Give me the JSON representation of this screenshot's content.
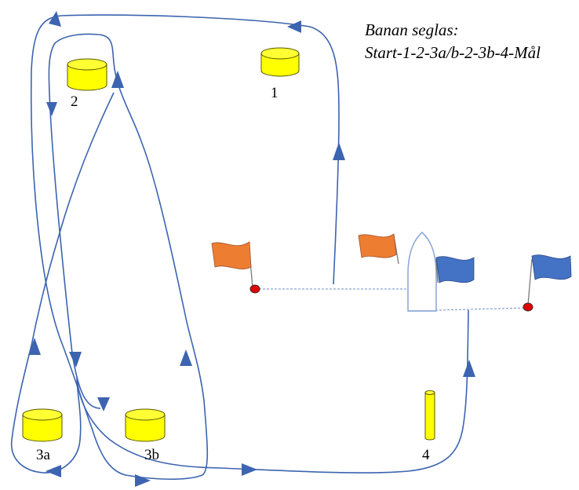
{
  "note": {
    "line1": "Banan seglas:",
    "line2": "Start-1-2-3a/b-2-3b-4-Mål"
  },
  "marks": [
    {
      "id": "m1",
      "label": "1"
    },
    {
      "id": "m2",
      "label": "2"
    },
    {
      "id": "m3a",
      "label": "3a"
    },
    {
      "id": "m3b",
      "label": "3b"
    },
    {
      "id": "m4",
      "label": "4"
    }
  ],
  "colors": {
    "course": "#3d64b0",
    "buoy": "#ffff00",
    "start_flag": "#ed7d31",
    "finish_flag": "#4472c4",
    "pin": "#e00000"
  }
}
